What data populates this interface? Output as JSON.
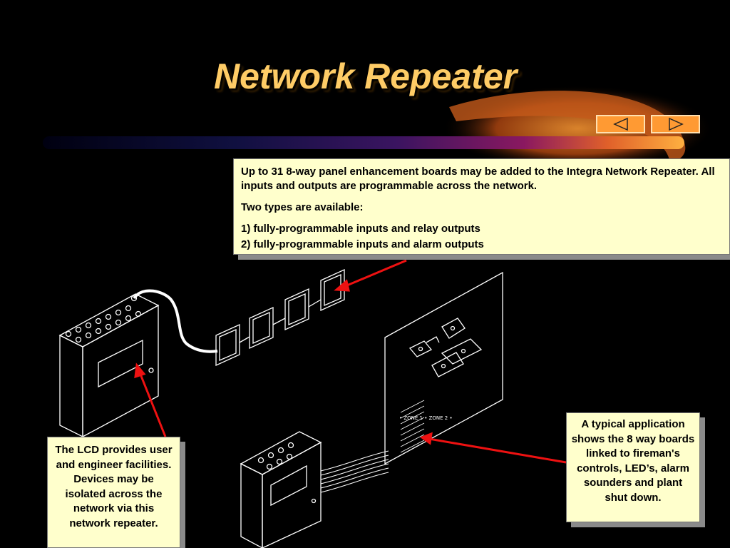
{
  "slide": {
    "title": "Network Repeater",
    "nav": {
      "prev_icon": "triangle-left-icon",
      "next_icon": "triangle-right-icon"
    }
  },
  "notes": {
    "top": {
      "para1": "Up to 31  8-way panel enhancement boards may be added to the Integra Network Repeater.  All inputs and outputs are programmable across the network.",
      "para2": "Two types are available:",
      "item1": "1) fully-programmable inputs and relay outputs",
      "item2": "2) fully-programmable inputs and alarm outputs"
    },
    "lcd": "The LCD provides user and engineer facilities.  Devices may be isolated across the network via this network repeater.",
    "app": "A typical application shows the 8 way boards linked to fireman's controls, LED’s, alarm sounders and plant shut down."
  },
  "colors": {
    "title": "#ffcc66",
    "note_bg": "#ffffcc",
    "arrow": "#ee1111",
    "button": "#ff9a33"
  }
}
